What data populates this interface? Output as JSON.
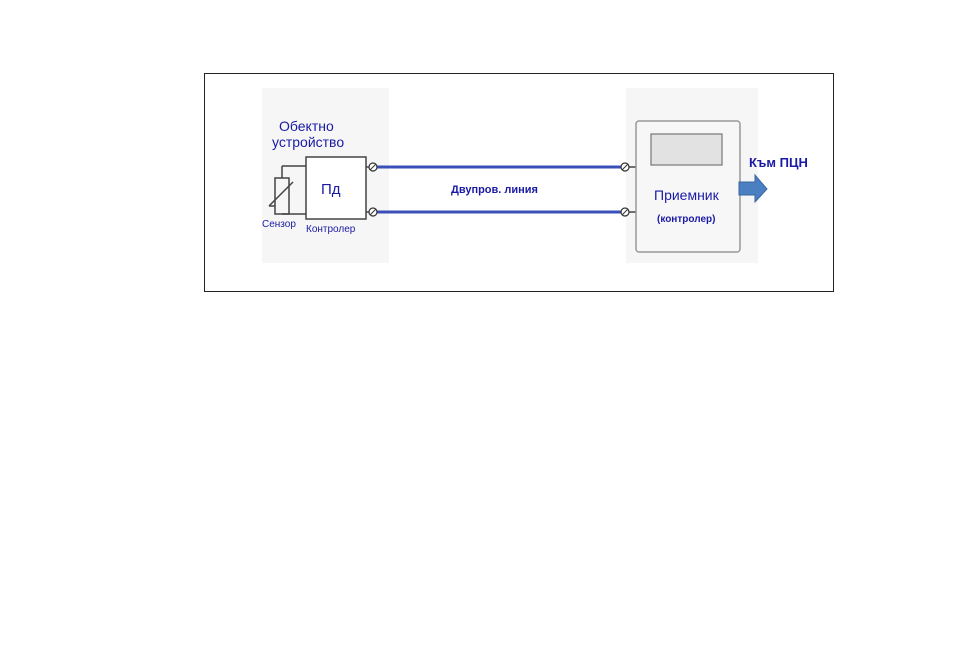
{
  "labels": {
    "object_device_line1": "Обектно",
    "object_device_line2": "устройство",
    "transmitter": "Пд",
    "sensor": "Сензор",
    "controller": "Контролер",
    "line": "Двупров. линия",
    "receiver": "Приемник",
    "receiver_sub": "(контролер)",
    "to_center": "Към ПЦН"
  },
  "colors": {
    "text": "#1a1aa6",
    "wire": "#3a4fb8",
    "arrow": "#4a7fc1",
    "outline": "#444444",
    "panel_bg": "#f7f7f7"
  }
}
